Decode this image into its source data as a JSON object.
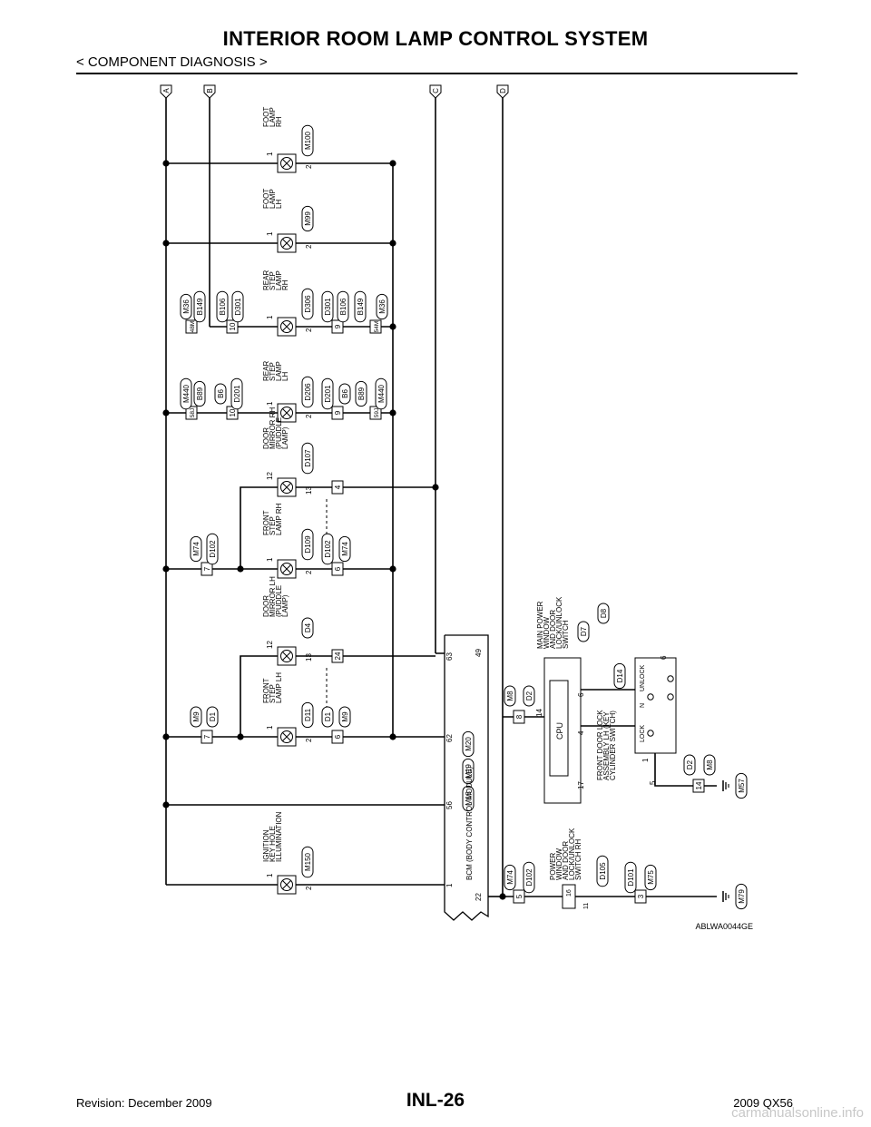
{
  "header": {
    "title": "INTERIOR ROOM LAMP CONTROL SYSTEM",
    "section": "< COMPONENT DIAGNOSIS >"
  },
  "footer": {
    "revision": "Revision: December 2009",
    "page": "INL-26",
    "model": "2009 QX56",
    "watermark": "carmanualsonline.info"
  },
  "diagram": {
    "figure_id": "ABLWA0044GE",
    "connector_refs": [
      "A",
      "B",
      "C",
      "D"
    ],
    "bcm": {
      "label": "BCM (BODY CONTROL MODULE)",
      "connectors": [
        "M18",
        "M19",
        "M20"
      ],
      "pins": [
        "1",
        "56",
        "62",
        "63",
        "49",
        "22"
      ]
    },
    "lamps": {
      "foot_rh": {
        "name": [
          "FOOT",
          "LAMP",
          "RH"
        ],
        "conn": "M100",
        "pins": [
          "1",
          "2"
        ]
      },
      "foot_lh": {
        "name": [
          "FOOT",
          "LAMP",
          "LH"
        ],
        "conn": "M99",
        "pins": [
          "1",
          "2"
        ]
      },
      "rear_step_rh": {
        "name": [
          "REAR",
          "STEP",
          "LAMP",
          "RH"
        ],
        "conn": "D306",
        "pins": [
          "1",
          "2"
        ]
      },
      "rear_step_lh": {
        "name": [
          "REAR",
          "STEP",
          "LAMP",
          "LH"
        ],
        "conn": "D206",
        "pins": [
          "1",
          "2"
        ]
      },
      "door_mirror_rh": {
        "name": [
          "DOOR",
          "MIRROR RH",
          "(PUDDLE",
          "LAMP)"
        ],
        "conn": "D107",
        "pins": [
          "12",
          "13"
        ]
      },
      "front_step_rh": {
        "name": [
          "FRONT",
          "STEP",
          "LAMP RH"
        ],
        "conn": "D109",
        "pins": [
          "1",
          "2"
        ]
      },
      "door_mirror_lh": {
        "name": [
          "DOOR",
          "MIRROR LH",
          "(PUDDLE",
          "LAMP)"
        ],
        "conn": "D4",
        "pins": [
          "12",
          "13"
        ]
      },
      "front_step_lh": {
        "name": [
          "FRONT",
          "STEP",
          "LAMP LH"
        ],
        "conn": "D11",
        "pins": [
          "1",
          "2"
        ]
      },
      "ignition": {
        "name": [
          "IGNITION",
          "KEY HOLE",
          "ILLUMINATION"
        ],
        "conn": "M150",
        "pins": [
          "1",
          "2"
        ]
      }
    },
    "inline_connectors": {
      "rr_rh_top": {
        "pin": "48M",
        "conns": [
          "M36",
          "B149"
        ]
      },
      "rr_rh_mid": {
        "pin": "10",
        "conns": [
          "B106",
          "D301"
        ]
      },
      "rr_rh_bot1": {
        "pin": "9",
        "conns": [
          "D301",
          "B106"
        ]
      },
      "rr_rh_bot2": {
        "pin": "54M",
        "conns": [
          "B149",
          "M36"
        ]
      },
      "rr_lh_top": {
        "pin": "58J",
        "conns": [
          "M440",
          "B89"
        ]
      },
      "rr_lh_mid": {
        "pin": "10",
        "conns": [
          "B6",
          "D201"
        ]
      },
      "rr_lh_bot1": {
        "pin": "9",
        "conns": [
          "D201",
          "B6"
        ]
      },
      "rr_lh_bot2": {
        "pin": "59J",
        "conns": [
          "B89",
          "M440"
        ]
      },
      "fr_rh_top": {
        "pin": "7",
        "conns": [
          "M74",
          "D102"
        ]
      },
      "fr_rh_bot": {
        "pin": "6",
        "conns": [
          "D102",
          "M74"
        ]
      },
      "dm_rh_bot": {
        "pin": "4"
      },
      "fr_lh_top": {
        "pin": "7",
        "conns": [
          "M9",
          "D1"
        ]
      },
      "fr_lh_bot": {
        "pin": "6",
        "conns": [
          "D1",
          "M9"
        ]
      },
      "dm_lh_bot": {
        "pin": "24"
      }
    },
    "main_switch": {
      "name": [
        "MAIN POWER",
        "WINDOW",
        "AND DOOR",
        "LOCK/UNLOCK",
        "SWITCH"
      ],
      "conns": [
        "D7",
        "D8"
      ],
      "cpu": "CPU",
      "pins": [
        "14",
        "6",
        "4",
        "17"
      ],
      "input_conn": {
        "pin": "8",
        "conns": [
          "M8",
          "D2"
        ]
      }
    },
    "cylinder_switch": {
      "name": [
        "FRONT DOOR LOCK",
        "ASSEMBLY LH (KEY",
        "CYLINDER SWITCH)"
      ],
      "conn": "D14",
      "positions": [
        "LOCK",
        "N",
        "UNLOCK"
      ],
      "pins": [
        "1",
        "5",
        "6"
      ],
      "ground_conn": {
        "pin": "14",
        "conns": [
          "D2",
          "M8"
        ]
      },
      "ground": "M57"
    },
    "rh_switch": {
      "name": [
        "POWER",
        "WINDOW",
        "AND DOOR",
        "LOCK/UNLOCK",
        "SWITCH RH"
      ],
      "conn": "D105",
      "pins": [
        "16",
        "11"
      ],
      "input_conn": {
        "pin": "5",
        "conns": [
          "M74",
          "D102"
        ]
      },
      "ground_conn": {
        "pin": "3",
        "conns": [
          "D101",
          "M75"
        ]
      },
      "ground": "M79"
    }
  }
}
